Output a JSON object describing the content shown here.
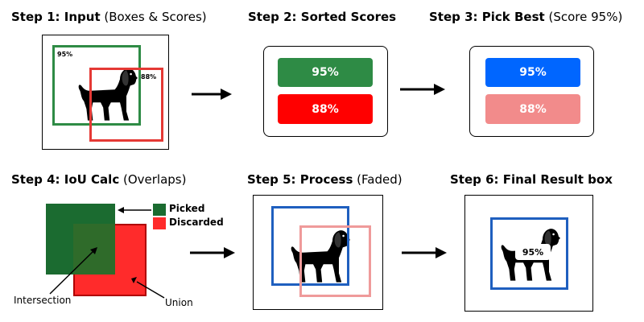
{
  "colors": {
    "green": "#2e8b45",
    "red": "#ff0000",
    "blue": "#0066ff",
    "faded_red": "#f28b8b",
    "picked": "#1b6b30",
    "discarded": "#ff2b2b",
    "final_blue": "#1f5fbf"
  },
  "steps": {
    "s1": {
      "title": "Step 1: Input",
      "sub": "(Boxes & Scores)",
      "score_a": "95%",
      "score_b": "88%"
    },
    "s2": {
      "title": "Step 2: Sorted Scores",
      "sub": "",
      "score_a": "95%",
      "score_b": "88%"
    },
    "s3": {
      "title": "Step 3: Pick Best",
      "sub": "(Score 95%)",
      "score_a": "95%",
      "score_b": "88%"
    },
    "s4": {
      "title": "Step 4: IoU Calc",
      "sub": "(Overlaps)",
      "legend_picked": "Picked",
      "legend_discarded": "Discarded",
      "intersection": "Intersection",
      "union": "Union"
    },
    "s5": {
      "title": "Step 5: Process",
      "sub": "(Faded)"
    },
    "s6": {
      "title": "Step 6: Final Result box",
      "sub": "",
      "score": "95%"
    }
  },
  "icons": [
    "dog-icon",
    "arrow-right-icon"
  ]
}
